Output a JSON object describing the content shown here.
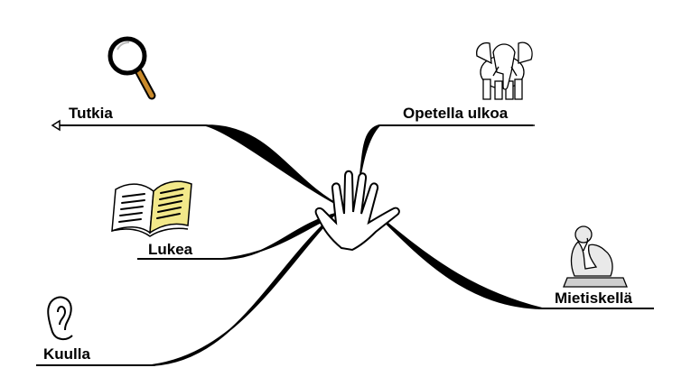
{
  "branches": {
    "tutkia": {
      "label": "Tutkia",
      "icon": "magnifying-glass-icon"
    },
    "opetella": {
      "label": "Opetella ulkoa",
      "icon": "elephant-icon"
    },
    "lukea": {
      "label": "Lukea",
      "icon": "open-book-icon"
    },
    "mietiskella": {
      "label": "Mietiskellä",
      "icon": "thinker-statue-icon"
    },
    "kuulla": {
      "label": "Kuulla",
      "icon": "ear-icon"
    }
  },
  "center": {
    "icon": "hand-icon"
  },
  "colors": {
    "stroke": "#000000",
    "book_page": "#f2e88a",
    "lens": "#ffffff",
    "handle": "#c98a2b"
  }
}
